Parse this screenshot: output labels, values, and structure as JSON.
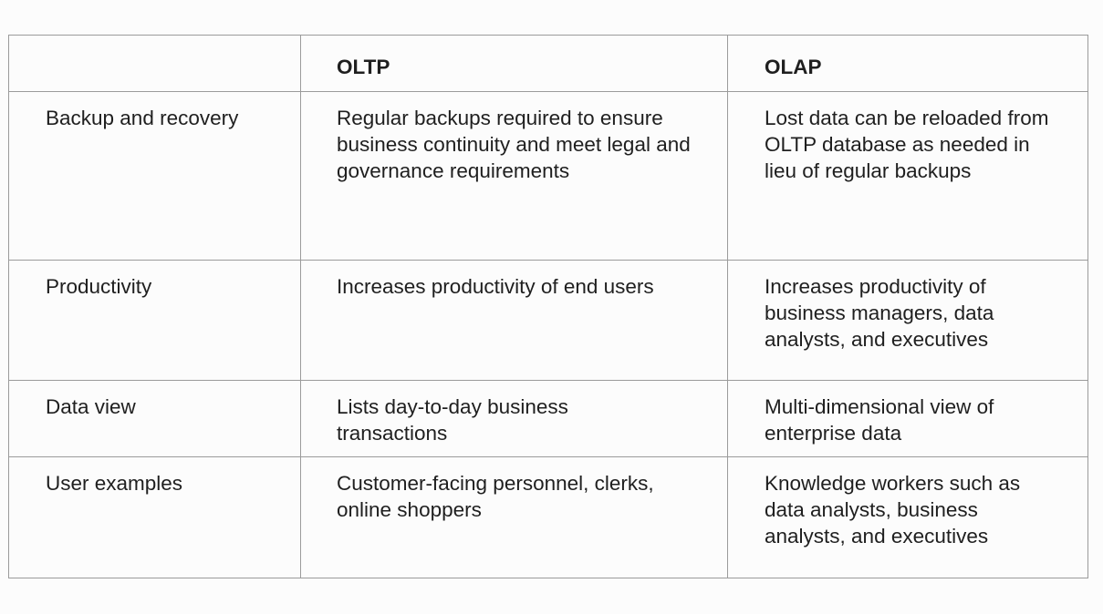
{
  "table": {
    "headers": [
      "",
      "OLTP",
      "OLAP"
    ],
    "rows": [
      {
        "label": "Backup and recovery",
        "oltp": "Regular backups required to ensure business continuity and meet legal and governance requirements",
        "olap": "Lost data can be reloaded from OLTP database as needed in lieu of regular backups"
      },
      {
        "label": "Productivity",
        "oltp": "Increases productivity of end users",
        "olap": "Increases productivity of business managers, data analysts, and executives"
      },
      {
        "label": "Data view",
        "oltp": "Lists day-to-day business transactions",
        "olap": "Multi-dimensional view of enterprise data"
      },
      {
        "label": "User examples",
        "oltp": "Customer-facing personnel, clerks, online shoppers",
        "olap": "Knowledge workers such as data analysts, business analysts, and executives"
      }
    ]
  }
}
